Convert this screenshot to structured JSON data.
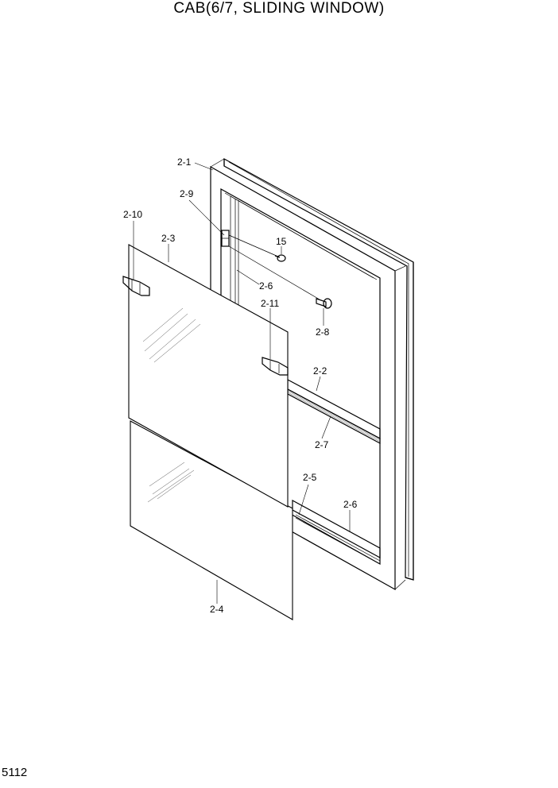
{
  "title": "CAB(6/7, SLIDING WINDOW)",
  "page_number": "5112",
  "callouts": {
    "c2_1": "2-1",
    "c2_9": "2-9",
    "c2_10": "2-10",
    "c2_3": "2-3",
    "c15": "15",
    "c2_6a": "2-6",
    "c2_11": "2-11",
    "c2_8": "2-8",
    "c2_2": "2-2",
    "c2_7": "2-7",
    "c2_5": "2-5",
    "c2_6b": "2-6",
    "c2_4": "2-4"
  }
}
